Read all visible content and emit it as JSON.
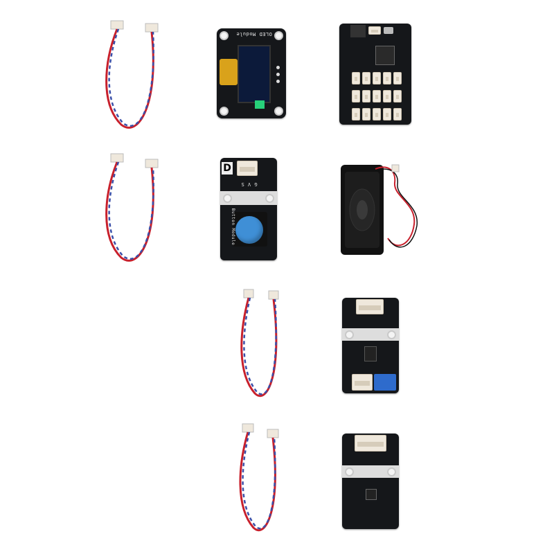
{
  "oled": {
    "label": "OLED Module"
  },
  "button_module": {
    "label": "Button Module",
    "pins": "G V S"
  },
  "colors": {
    "pcb": "#15171a",
    "wire_red": "#c8202c",
    "wire_blue": "#3b4fa8",
    "connector": "#efe8dc",
    "button": "#3f8fd6",
    "oled_screen": "#0c1a3a",
    "ribbon": "#d9a21b",
    "terminal": "#2e6bcc"
  },
  "icons": [
    "cable-icon",
    "oled-board-icon",
    "controller-board-icon",
    "button-board-icon",
    "speaker-icon",
    "sensor-board-icon"
  ]
}
